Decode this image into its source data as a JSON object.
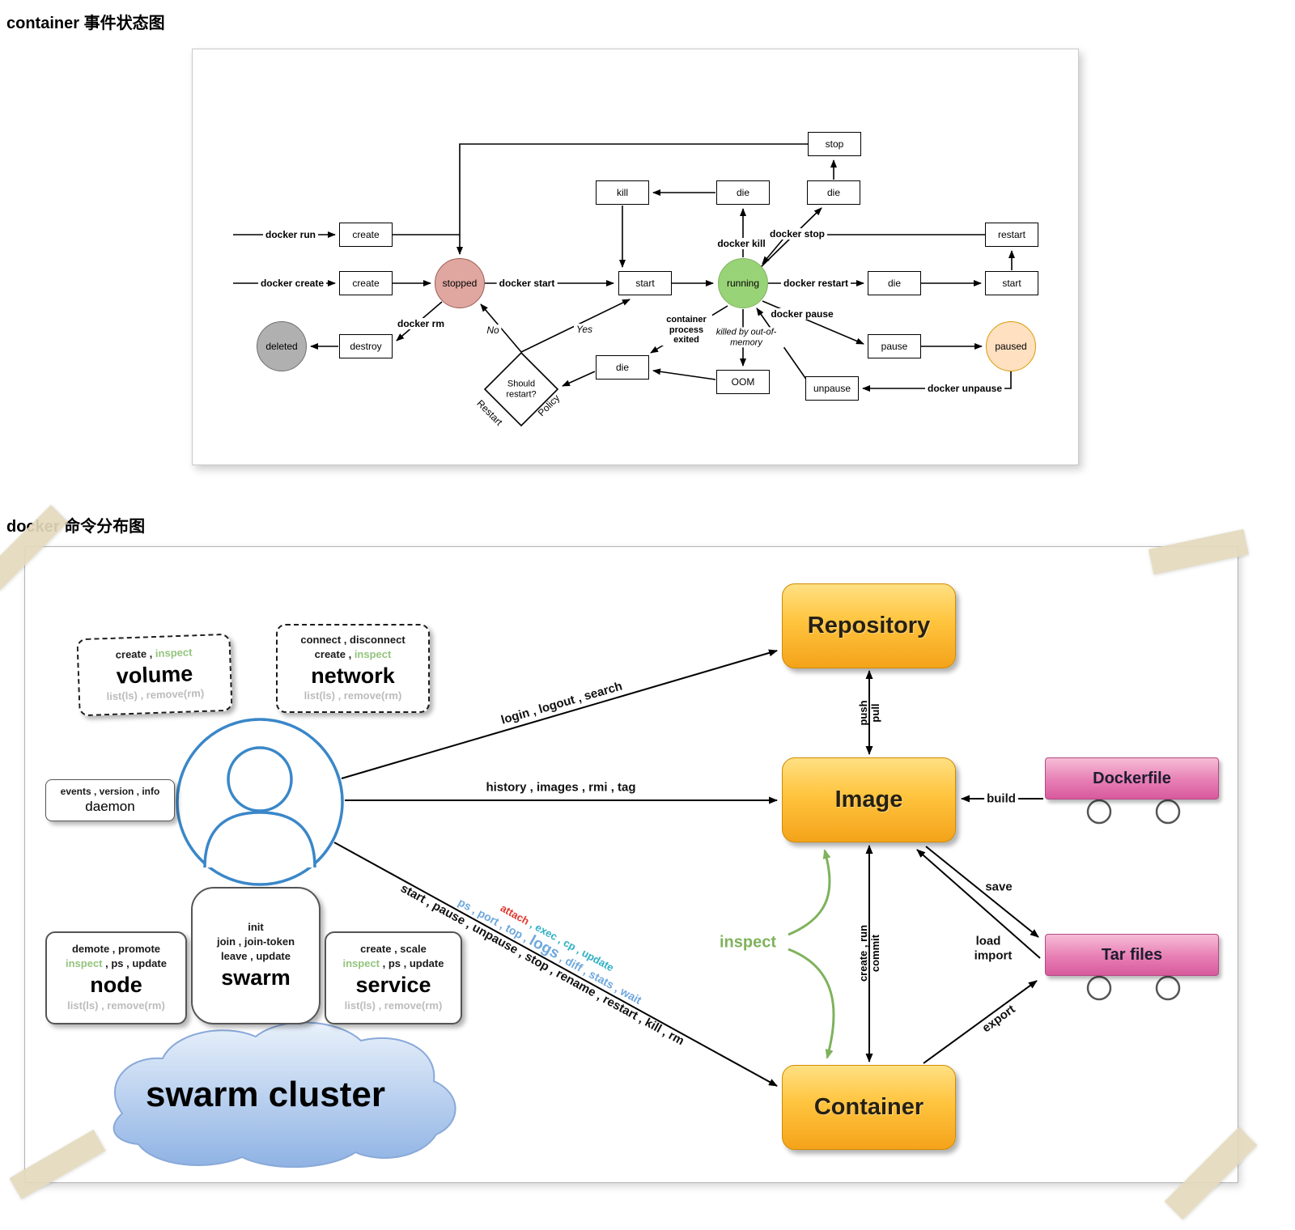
{
  "titles": {
    "state": "container 事件状态图",
    "cmd": "docker 命令分布图"
  },
  "state": {
    "circles": {
      "stopped": "stopped",
      "running": "running",
      "deleted": "deleted",
      "paused": "paused"
    },
    "events": {
      "stop": "stop",
      "kill": "kill",
      "die_top": "die",
      "die_top2": "die",
      "create_run": "create",
      "restart": "restart",
      "create_create": "create",
      "start_mid": "start",
      "die_right": "die",
      "start_right": "start",
      "destroy": "destroy",
      "pause": "pause",
      "die_bottom": "die",
      "oom": "OOM",
      "unpause": "unpause"
    },
    "decision": "Should restart?",
    "labels": {
      "docker_run": "docker run",
      "docker_create": "docker create",
      "docker_start": "docker start",
      "docker_kill": "docker kill",
      "docker_stop": "docker stop",
      "docker_restart": "docker restart",
      "docker_pause": "docker pause",
      "docker_rm": "docker rm",
      "docker_unpause": "docker unpause",
      "no": "No",
      "yes": "Yes",
      "process_exited": "container process exited",
      "oom_note": "killed by out-of-memory",
      "edge_restart": "Restart",
      "edge_policy": "Policy"
    }
  },
  "cmd": {
    "entities": {
      "repository": "Repository",
      "image": "Image",
      "container": "Container",
      "dockerfile": "Dockerfile",
      "tar": "Tar files"
    },
    "volume": {
      "l1a": "create , ",
      "l1b": "inspect",
      "name": "volume",
      "l3": "list(ls) , remove(rm)"
    },
    "network": {
      "l0": "connect , disconnect",
      "l1a": "create , ",
      "l1b": "inspect",
      "name": "network",
      "l3": "list(ls) , remove(rm)"
    },
    "daemon": {
      "l0": "events , version , info",
      "name": "daemon"
    },
    "node": {
      "l0": "demote , promote",
      "l1a": "inspect",
      "l1b": " , ps , update",
      "name": "node",
      "l3": "list(ls) , remove(rm)"
    },
    "swarm": {
      "l0": "init",
      "l1": "join , join-token",
      "l2": "leave , update",
      "name": "swarm"
    },
    "service": {
      "l0": "create , scale",
      "l1a": "inspect",
      "l1b": " , ps , update",
      "name": "service",
      "l3": "list(ls) , remove(rm)"
    },
    "cloud": "swarm cluster",
    "edges": {
      "repo": "login , logout , search",
      "image": "history , images , rmi , tag",
      "cont_red": "attach",
      "cont_teal": " , exec , cp , update",
      "cont_blue_a": "ps , port , top , ",
      "cont_logs": "logs",
      "cont_blue_b": " , diff , stats , wait",
      "cont_black": "start , pause , unpause , stop , rename , restart , kill , rm",
      "push": "push",
      "pull": "pull",
      "create_run": "create , run",
      "commit": "commit",
      "build": "build",
      "save": "save",
      "load": "load",
      "import": "import",
      "export": "export",
      "inspect": "inspect"
    },
    "colors": {
      "accent_green": "#93c47d",
      "accent_blue": "#6fa8dc",
      "accent_red": "#e0382e",
      "accent_teal": "#2eb0c4",
      "entity_orange": "#ffc43e",
      "box_pink": "#e77eb4",
      "user_blue": "#3a87c8",
      "state_stopped": "#dfa7a0",
      "state_running": "#99d377",
      "state_deleted": "#b0b0b0",
      "state_paused": "#ffe0c0"
    }
  }
}
